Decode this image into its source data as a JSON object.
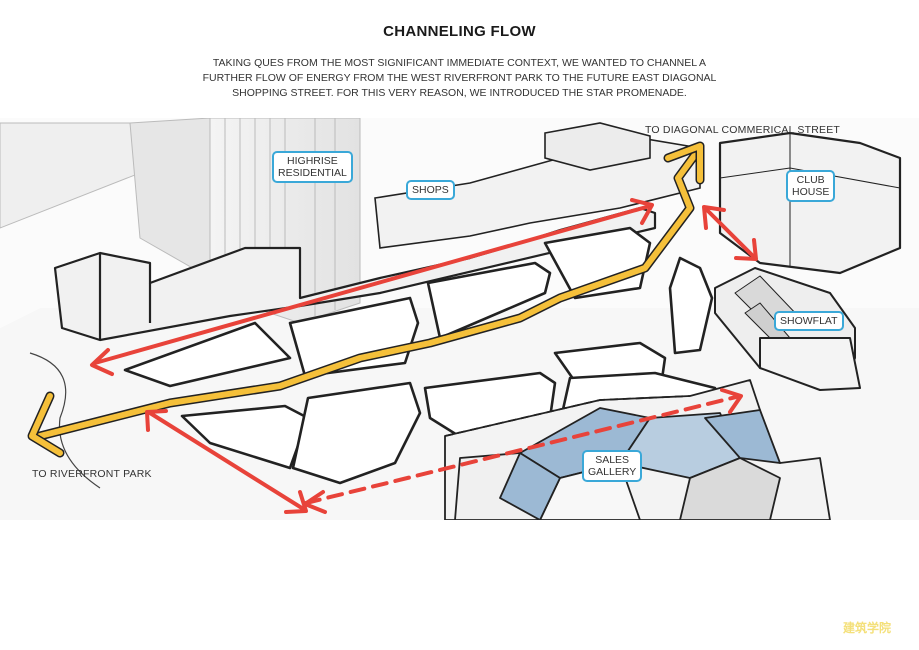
{
  "header": {
    "title": "CHANNELING FLOW",
    "description": "TAKING QUES FROM THE MOST SIGNIFICANT IMMEDIATE CONTEXT, WE WANTED TO CHANNEL A FURTHER FLOW OF ENERGY FROM THE WEST RIVERFRONT PARK TO THE FUTURE EAST DIAGONAL SHOPPING STREET. FOR THIS VERY REASON, WE INTRODUCED THE STAR PROMENADE."
  },
  "labels": {
    "highrise": "HIGHRISE\nRESIDENTIAL",
    "shops": "SHOPS",
    "club_house": "CLUB\nHOUSE",
    "showflat": "SHOWFLAT",
    "sales_gallery": "SALES\nGALLERY",
    "to_diagonal": "TO DIAGONAL COMMERICAL STREET",
    "to_riverfront": "TO RIVERFRONT PARK"
  },
  "colors": {
    "flow_yellow": "#f5c03a",
    "axis_red": "#e8433a",
    "label_border": "#3aa8d8",
    "glass_blue": "#9cb9d4"
  },
  "watermark": "建筑学院"
}
